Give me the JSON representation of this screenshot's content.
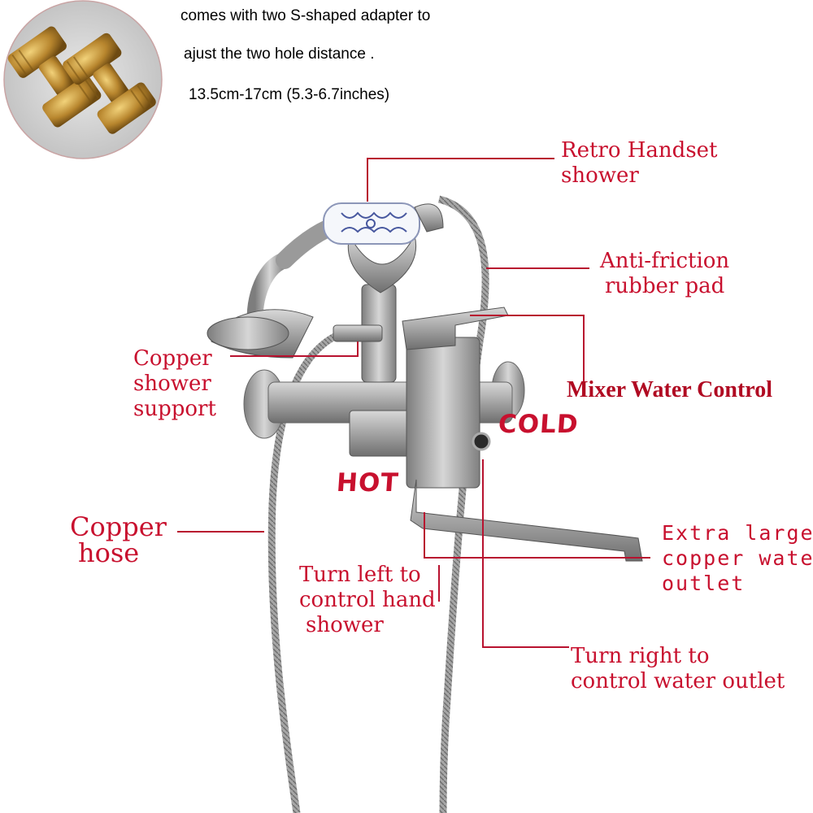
{
  "intro": {
    "line1": "comes with two S-shaped adapter to",
    "line2": "ajust the two hole distance .",
    "line3": "13.5cm-17cm (5.3-6.7inches)"
  },
  "labels": {
    "retro_handset": [
      "Retro Handset",
      "shower"
    ],
    "anti_friction": [
      "Anti-friction",
      "rubber pad"
    ],
    "copper_support": [
      "Copper",
      "shower",
      "support"
    ],
    "mixer": "Mixer Water Control",
    "cold": "COLD",
    "hot": "HOT",
    "copper_hose": [
      "Copper",
      "hose"
    ],
    "outlet": [
      "Extra large",
      "copper wate",
      "outlet"
    ],
    "turn_left": [
      "Turn left to",
      "control hand",
      "shower"
    ],
    "turn_right": [
      "Turn right to",
      "control water outlet"
    ]
  },
  "colors": {
    "label_red": "#c8102e",
    "leader_line": "#b8122f",
    "brushed_steel": "#9a9a9a",
    "brass": "#b8862e"
  }
}
